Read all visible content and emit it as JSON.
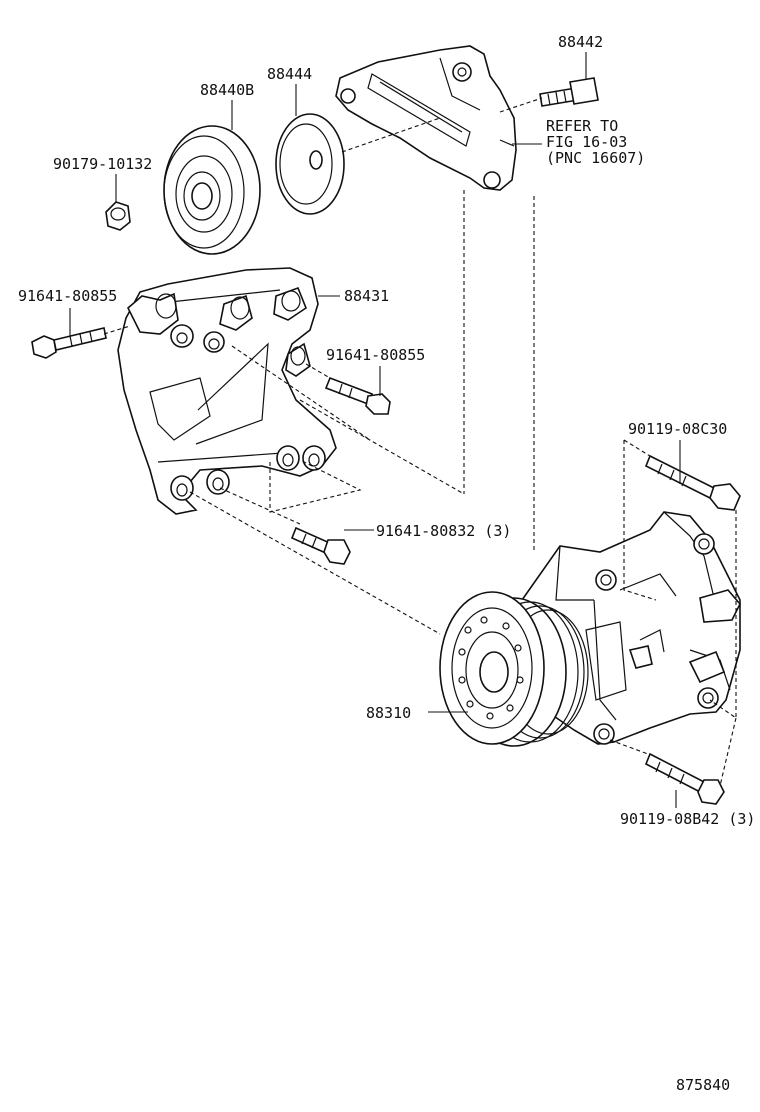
{
  "callouts": {
    "p88442": "88442",
    "p88444": "88444",
    "p88440b": "88440B",
    "p90179": "90179-10132",
    "refer1": "REFER TO",
    "refer2": "FIG 16-03",
    "refer3": "(PNC 16607)",
    "p91641_a": "91641-80855",
    "p88431": "88431",
    "p91641_b": "91641-80855",
    "p90119_c30": "90119-08C30",
    "p91641_832": "91641-80832 (3)",
    "p88310": "88310",
    "p90119_b42": "90119-08B42 (3)"
  },
  "figure_id": "875840"
}
